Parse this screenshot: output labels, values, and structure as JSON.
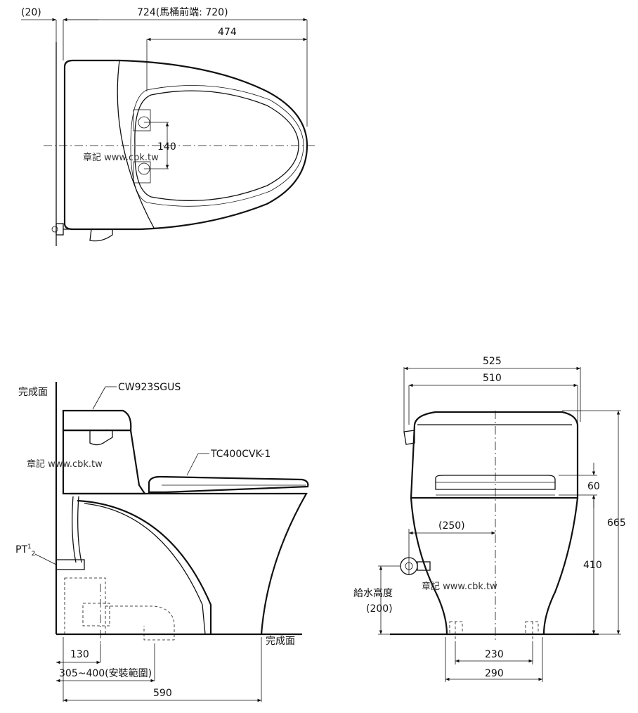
{
  "top_view": {
    "dim_offset": "(20)",
    "dim_total": "724(馬桶前端: 720)",
    "dim_seat": "474",
    "dim_hinge": "140",
    "watermark": "章記 www.cbk.tw"
  },
  "side_view": {
    "wall_label": "完成面",
    "tank_lid_model": "CW923SGUS",
    "seat_model": "TC400CVK-1",
    "supply_pipe": "PT",
    "supply_pipe_sup": "1",
    "supply_pipe_sub": "2",
    "floor_label": "完成面",
    "dim_rough_in": "130",
    "dim_install_range": "305~400(安裝範圍)",
    "dim_depth": "590",
    "watermark": "章記 www.cbk.tw"
  },
  "front_view": {
    "dim_overall_width": "525",
    "dim_tank_width": "510",
    "dim_supply_offset": "(250)",
    "dim_seat_thickness": "60",
    "dim_total_height": "665",
    "dim_seat_height": "410",
    "supply_height_label": "給水高度",
    "supply_height_value": "(200)",
    "dim_bolt_inner": "230",
    "dim_bolt_outer": "290",
    "watermark": "章記 www.cbk.tw"
  }
}
